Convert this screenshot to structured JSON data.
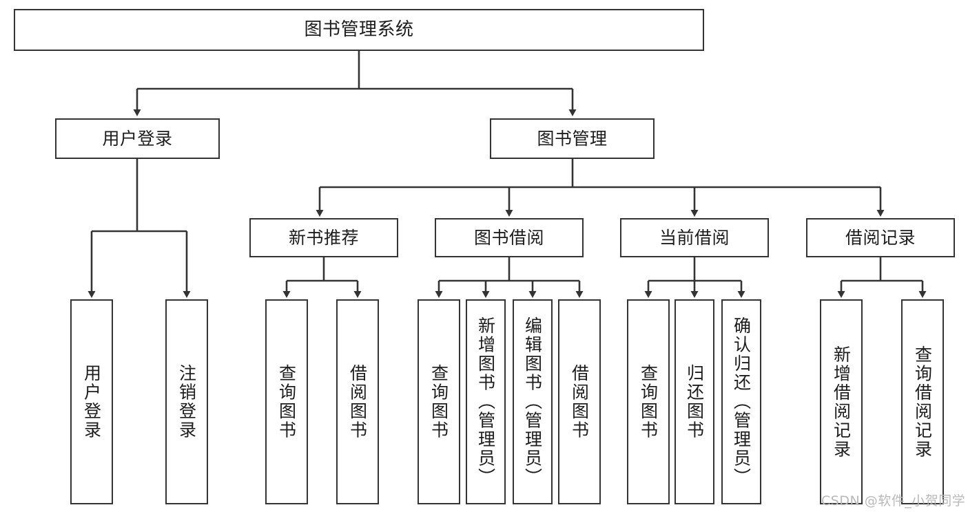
{
  "diagram": {
    "title": "图书管理系统",
    "type": "hierarchy-tree",
    "orientation": "top-down",
    "style": {
      "box_border_color": "#333333",
      "box_fill_color": "#ffffff",
      "connector_color": "#333333",
      "background_color": "#ffffff",
      "text_color": "#1c1c1c"
    },
    "levels": [
      {
        "level": 1,
        "nodes": [
          {
            "id": "root",
            "label": "图书管理系统",
            "text_orientation": "horizontal"
          }
        ]
      },
      {
        "level": 2,
        "nodes": [
          {
            "id": "user-login",
            "label": "用户登录",
            "parent": "root",
            "text_orientation": "horizontal"
          },
          {
            "id": "book-manage",
            "label": "图书管理",
            "parent": "root",
            "text_orientation": "horizontal"
          }
        ]
      },
      {
        "level": 3,
        "nodes": [
          {
            "id": "new-book-rec",
            "label": "新书推荐",
            "parent": "book-manage",
            "text_orientation": "horizontal"
          },
          {
            "id": "book-borrow",
            "label": "图书借阅",
            "parent": "book-manage",
            "text_orientation": "horizontal"
          },
          {
            "id": "current-borrow",
            "label": "当前借阅",
            "parent": "book-manage",
            "text_orientation": "horizontal"
          },
          {
            "id": "borrow-record",
            "label": "借阅记录",
            "parent": "book-manage",
            "text_orientation": "horizontal"
          }
        ]
      },
      {
        "level": 4,
        "nodes": [
          {
            "id": "leaf-user-login",
            "label": "用户登录",
            "parent": "user-login",
            "text_orientation": "vertical"
          },
          {
            "id": "leaf-user-logout",
            "label": "注销登录",
            "parent": "user-login",
            "text_orientation": "vertical"
          },
          {
            "id": "leaf-query-book-rec",
            "label": "查询图书",
            "parent": "new-book-rec",
            "text_orientation": "vertical"
          },
          {
            "id": "leaf-borrow-book-rec",
            "label": "借阅图书",
            "parent": "new-book-rec",
            "text_orientation": "vertical"
          },
          {
            "id": "leaf-query-book-borrow",
            "label": "查询图书",
            "parent": "book-borrow",
            "text_orientation": "vertical"
          },
          {
            "id": "leaf-add-book",
            "label": "新增图书（管理员）",
            "parent": "book-borrow",
            "text_orientation": "vertical"
          },
          {
            "id": "leaf-edit-book",
            "label": "编辑图书（管理员）",
            "parent": "book-borrow",
            "text_orientation": "vertical"
          },
          {
            "id": "leaf-borrow-book",
            "label": "借阅图书",
            "parent": "book-borrow",
            "text_orientation": "vertical"
          },
          {
            "id": "leaf-query-book-current",
            "label": "查询图书",
            "parent": "current-borrow",
            "text_orientation": "vertical"
          },
          {
            "id": "leaf-return-book",
            "label": "归还图书",
            "parent": "current-borrow",
            "text_orientation": "vertical"
          },
          {
            "id": "leaf-confirm-return",
            "label": "确认归还（管理员）",
            "parent": "current-borrow",
            "text_orientation": "vertical"
          },
          {
            "id": "leaf-add-record",
            "label": "新增借阅记录",
            "parent": "borrow-record",
            "text_orientation": "vertical"
          },
          {
            "id": "leaf-query-record",
            "label": "查询借阅记录",
            "parent": "borrow-record",
            "text_orientation": "vertical"
          }
        ]
      }
    ]
  },
  "watermark": {
    "text": "CSDN @软件_小贺同学"
  }
}
